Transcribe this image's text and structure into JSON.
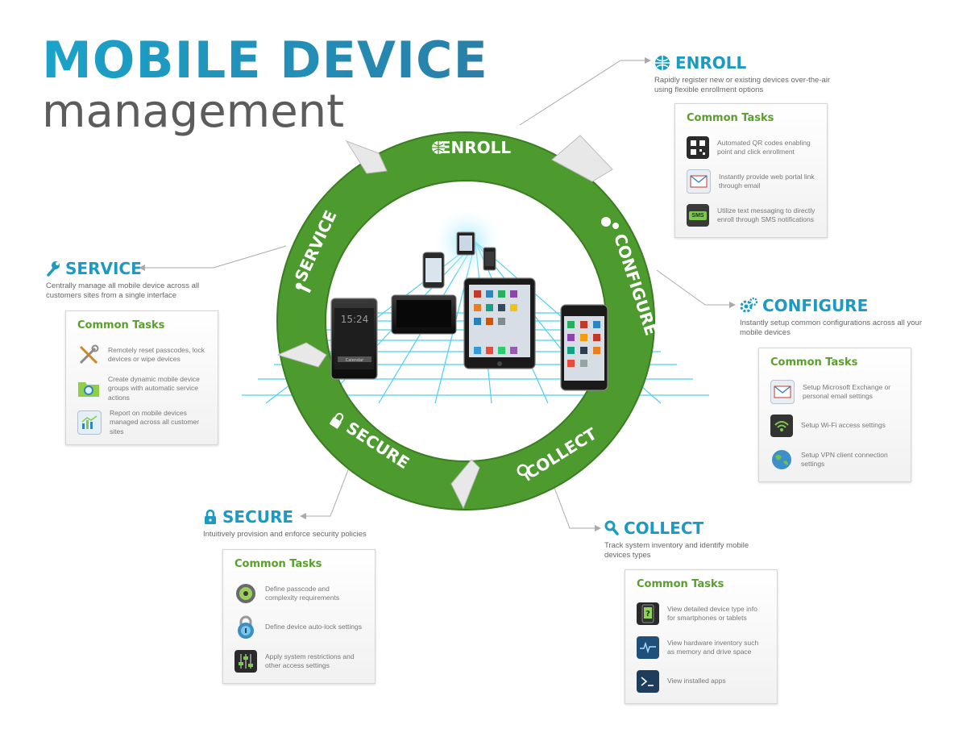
{
  "title": {
    "line1": "MOBILE DEVICE",
    "line2": "management"
  },
  "ring": {
    "enroll": "ENROLL",
    "configure": "CONFIGURE",
    "collect": "COLLECT",
    "secure": "SECURE",
    "service": "SERVICE"
  },
  "devices": {
    "clock": "15:24",
    "calendar": "Calendar"
  },
  "common_tasks_label": "Common Tasks",
  "sections": {
    "enroll": {
      "heading": "ENROLL",
      "description": "Rapidly register new or existing devices over-the-air using flexible enrollment options",
      "tasks": [
        {
          "text": "Automated QR codes enabling point and click enrollment",
          "icon": "qr-code-icon"
        },
        {
          "text": "Instantly provide web portal link through email",
          "icon": "email-icon"
        },
        {
          "text": "Utilize text messaging to directly enroll through SMS notifications",
          "icon": "sms-icon",
          "badge": "SMS"
        }
      ]
    },
    "configure": {
      "heading": "CONFIGURE",
      "description": "Instantly setup common configurations across all your mobile devices",
      "tasks": [
        {
          "text": "Setup Microsoft Exchange or personal email settings",
          "icon": "email-icon"
        },
        {
          "text": "Setup Wi-Fi access settings",
          "icon": "wifi-icon"
        },
        {
          "text": "Setup VPN client connection settings",
          "icon": "globe-network-icon"
        }
      ]
    },
    "collect": {
      "heading": "COLLECT",
      "description": "Track system inventory and identify mobile devices types",
      "tasks": [
        {
          "text": "View detailed device type info for smartphones or tablets",
          "icon": "device-info-icon"
        },
        {
          "text": "View hardware inventory such as memory and drive space",
          "icon": "hardware-monitor-icon"
        },
        {
          "text": "View installed apps",
          "icon": "terminal-icon"
        }
      ]
    },
    "secure": {
      "heading": "SECURE",
      "description": "Intuitively provision and enforce security policies",
      "tasks": [
        {
          "text": "Define passcode and complexity requirements",
          "icon": "passcode-dial-icon"
        },
        {
          "text": "Define device auto-lock settings",
          "icon": "padlock-icon"
        },
        {
          "text": "Apply system restrictions and other access settings",
          "icon": "sliders-icon"
        }
      ]
    },
    "service": {
      "heading": "SERVICE",
      "description": "Centrally manage all mobile device across all customers sites from a single interface",
      "tasks": [
        {
          "text": "Remotely reset passcodes, lock devices or wipe devices",
          "icon": "tools-icon"
        },
        {
          "text": "Create dynamic mobile device groups with automatic service actions",
          "icon": "folder-search-icon"
        },
        {
          "text": "Report on mobile devices managed across all customer sites",
          "icon": "report-chart-icon"
        }
      ]
    }
  },
  "colors": {
    "ring_green": "#4d9a2e",
    "ring_green_dark": "#3a7d22",
    "heading_blue": "#1b9ac3",
    "task_title_green": "#5a9e2d",
    "grid_cyan": "#2ec8f0"
  }
}
